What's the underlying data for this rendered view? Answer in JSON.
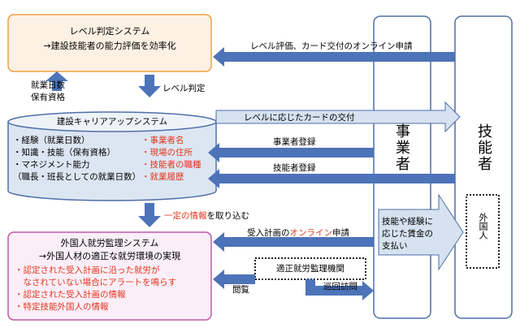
{
  "level_system": {
    "line1": "レベル判定システム",
    "line2": "→建設技能者の能力評価を効率化"
  },
  "labels": {
    "work_days": "就業日数",
    "qualification": "保有資格",
    "level_judgement": "レベル判定",
    "online_application": "レベル評価、カード交付のオンライン申請",
    "card_issue": "レベルに応じたカードの交付",
    "business_registration": "事業者登録",
    "technician_registration": "技能者登録",
    "capture_info_prefix": "一定の情報",
    "capture_info_suffix": "を取り込む",
    "plan_online_1": "受入計画の",
    "plan_online_2": "オンライン",
    "plan_online_3": "申請",
    "browse": "閲覧",
    "patrol_visit": "巡回訪問",
    "wage_payment": [
      "技能や経験に",
      "応じた賃金の",
      "支払い"
    ]
  },
  "ccus": {
    "title": "建設キャリアアップシステム",
    "left_items": [
      "・経験（就業日数）",
      "・知識・技能（保有資格）",
      "・マネジメント能力",
      "（職長・班長としての就業日数）"
    ],
    "right_items": [
      "・事業者名",
      "・現場の住所",
      "・技能者の職種",
      "・就業履歴"
    ]
  },
  "foreign_system": {
    "line1": "外国人就労監理システム",
    "line2": "→外国人材の適正な就労環境の実現",
    "items": [
      "・認定された受入計画に沿った就労が",
      "　なされていない場合にアラートを鳴らす",
      "・認定された受入計画の情報",
      "・特定技能外国人の情報"
    ]
  },
  "oversight_org": "適正就労監理機関",
  "business_operator": "事業者",
  "skilled_worker": "技能者",
  "foreigner": "外国人",
  "colors": {
    "orange_border": "#f0a044",
    "orange_fill": "#fdf1e4",
    "blue_border": "#4f6fa8",
    "blue_fill": "#dce6f2",
    "pink_border": "#c05aa8",
    "pink_fill": "#faeef8",
    "arrow_blue": "#4d73b8",
    "arrow_light": "#d6e2f0",
    "red_text": "#e2361c"
  }
}
